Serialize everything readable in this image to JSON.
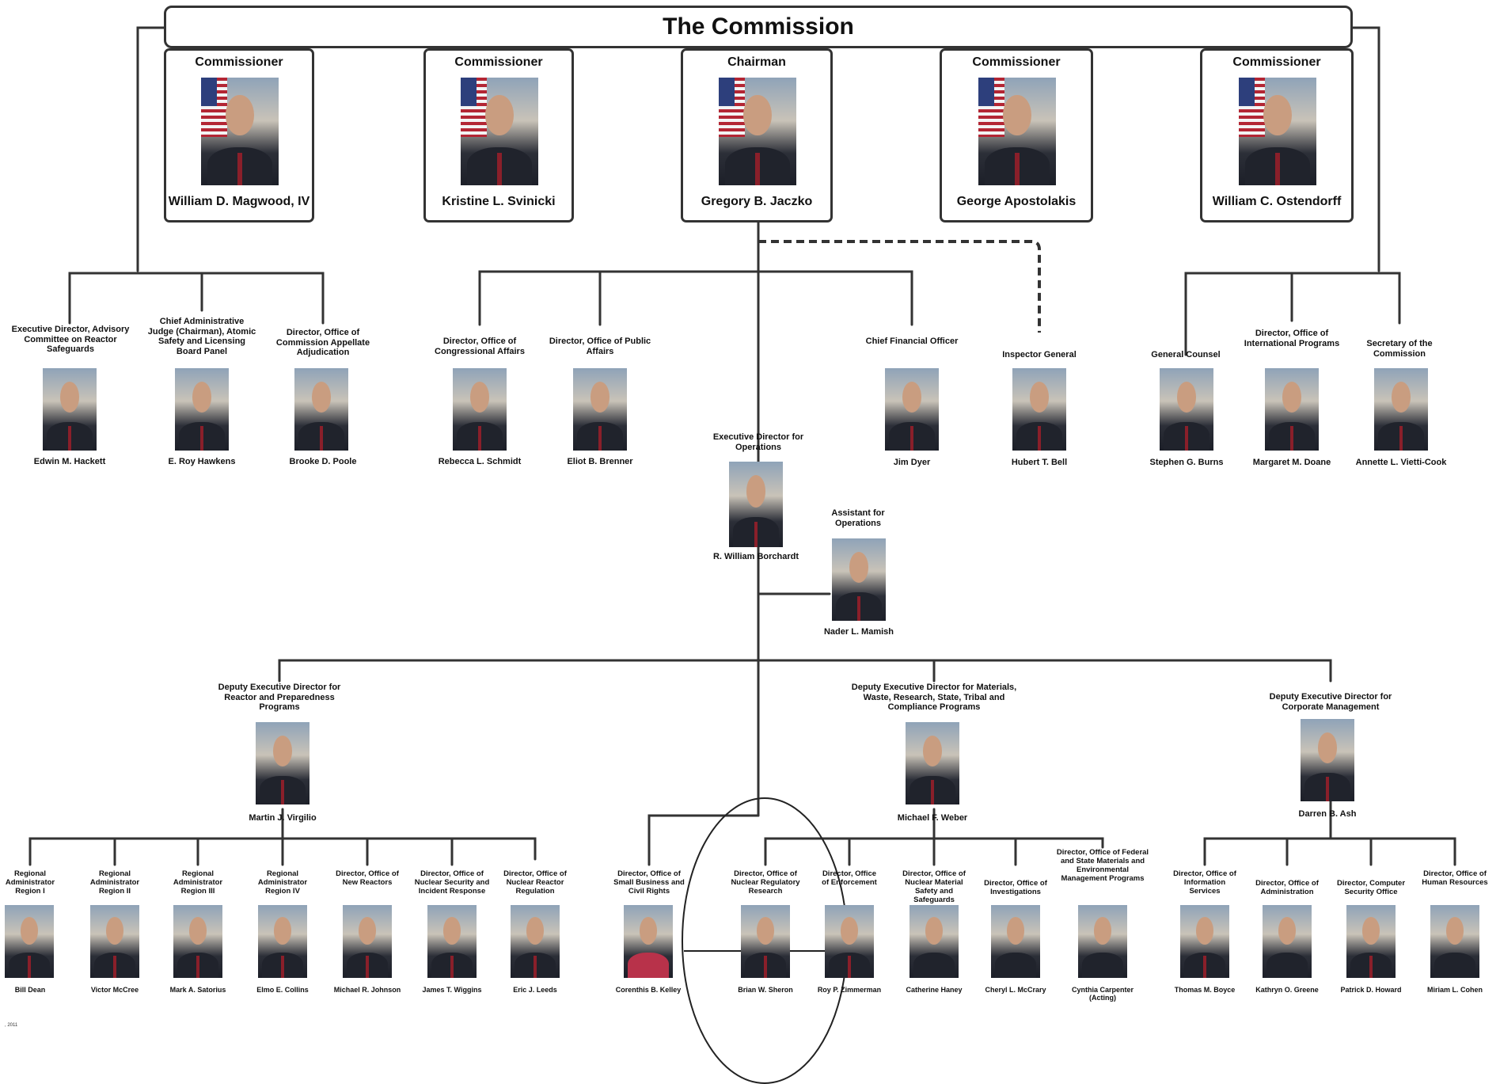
{
  "commission": {
    "title": "The Commission",
    "members": [
      {
        "role": "Commissioner",
        "name": "William D. Magwood, IV"
      },
      {
        "role": "Commissioner",
        "name": "Kristine L. Svinicki"
      },
      {
        "role": "Chairman",
        "name": "Gregory B. Jaczko"
      },
      {
        "role": "Commissioner",
        "name": "George Apostolakis"
      },
      {
        "role": "Commissioner",
        "name": "William C. Ostendorff"
      }
    ]
  },
  "left_offices": [
    {
      "title": "Executive Director, Advisory Committee on Reactor Safeguards",
      "name": "Edwin M. Hackett"
    },
    {
      "title": "Chief Administrative Judge (Chairman), Atomic Safety and Licensing Board Panel",
      "name": "E. Roy Hawkens"
    },
    {
      "title": "Director, Office of Commission Appellate Adjudication",
      "name": "Brooke D. Poole"
    }
  ],
  "chairman_offices": [
    {
      "title": "Director, Office of Congressional Affairs",
      "name": "Rebecca L. Schmidt"
    },
    {
      "title": "Director, Office of Public Affairs",
      "name": "Eliot B. Brenner"
    },
    {
      "title": "Chief Financial Officer",
      "name": "Jim Dyer"
    },
    {
      "title": "Inspector General",
      "name": "Hubert T. Bell"
    }
  ],
  "right_offices": [
    {
      "title": "General Counsel",
      "name": "Stephen G. Burns"
    },
    {
      "title": "Director, Office of International Programs",
      "name": "Margaret M. Doane"
    },
    {
      "title": "Secretary of the Commission",
      "name": "Annette L. Vietti-Cook"
    }
  ],
  "edo": {
    "title": "Executive Director for Operations",
    "name": "R. William Borchardt"
  },
  "assistant": {
    "title": "Assistant for Operations",
    "name": "Nader L. Mamish"
  },
  "deputies": [
    {
      "title": "Deputy Executive Director for Reactor and Preparedness Programs",
      "name": "Martin J. Virgilio"
    },
    {
      "title": "Deputy Executive Director for Materials, Waste, Research, State, Tribal and Compliance Programs",
      "name": "Michael F. Weber"
    },
    {
      "title": "Deputy Executive Director for Corporate Management",
      "name": "Darren B. Ash"
    }
  ],
  "reactor_directors": [
    {
      "title": "Regional Administrator Region I",
      "name": "Bill Dean"
    },
    {
      "title": "Regional Administrator Region II",
      "name": "Victor McCree"
    },
    {
      "title": "Regional Administrator Region III",
      "name": "Mark A. Satorius"
    },
    {
      "title": "Regional Administrator Region IV",
      "name": "Elmo E. Collins"
    },
    {
      "title": "Director, Office of New Reactors",
      "name": "Michael R. Johnson"
    },
    {
      "title": "Director, Office of Nuclear Security and Incident Response",
      "name": "James T. Wiggins"
    },
    {
      "title": "Director, Office of Nuclear Reactor Regulation",
      "name": "Eric J. Leeds"
    }
  ],
  "small_business": {
    "title": "Director, Office of Small Business and Civil Rights",
    "name": "Corenthis B. Kelley"
  },
  "materials_directors": [
    {
      "title": "Director, Office of Nuclear Regulatory Research",
      "name": "Brian W. Sheron"
    },
    {
      "title": "Director, Office of Enforcement",
      "name": "Roy P. Zimmerman"
    },
    {
      "title": "Director, Office of Nuclear Material Safety and Safeguards",
      "name": "Catherine Haney"
    },
    {
      "title": "Director, Office of Investigations",
      "name": "Cheryl L. McCrary"
    },
    {
      "title": "Director, Office of Federal and State Materials and Environmental Management Programs",
      "name": "Cynthia Carpenter (Acting)"
    }
  ],
  "corporate_directors": [
    {
      "title": "Director, Office of Information Services",
      "name": "Thomas M. Boyce"
    },
    {
      "title": "Director, Office of Administration",
      "name": "Kathryn O. Greene"
    },
    {
      "title": "Director, Computer Security Office",
      "name": "Patrick D. Howard"
    },
    {
      "title": "Director, Office of Human Resources",
      "name": "Miriam L. Cohen"
    }
  ],
  "footnote": ", 2011",
  "colors": {
    "line": "#333333",
    "photo_bg": "#8fa3b8"
  }
}
